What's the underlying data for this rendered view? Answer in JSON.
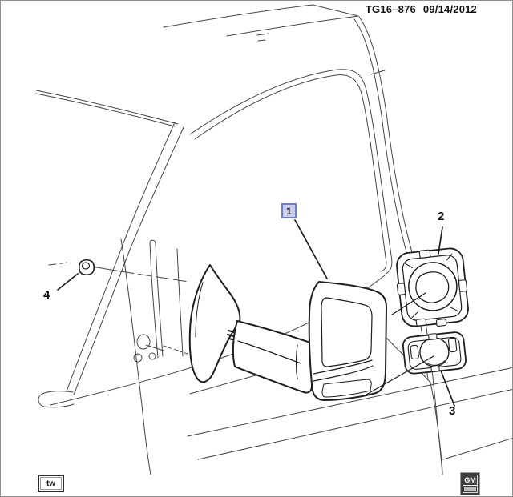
{
  "header": {
    "drawing_number": "TG16–876",
    "date": "09/14/2012"
  },
  "callouts": {
    "c1": {
      "label": "1",
      "highlighted": true,
      "part": "outside-mirror-assembly"
    },
    "c2": {
      "label": "2",
      "highlighted": false,
      "part": "upper-mirror-glass"
    },
    "c3": {
      "label": "3",
      "highlighted": false,
      "part": "lower-mirror-glass"
    },
    "c4": {
      "label": "4",
      "highlighted": false,
      "part": "mounting-nut"
    }
  },
  "footer": {
    "artist_initials": "tw",
    "logo_text": "GM"
  },
  "colors": {
    "line_color": "#454545",
    "part_line_color": "#1e1e1e",
    "label_color": "#111111",
    "callout_highlight_fill": "#c7cdf0",
    "callout_highlight_border": "#6f7ac9"
  }
}
